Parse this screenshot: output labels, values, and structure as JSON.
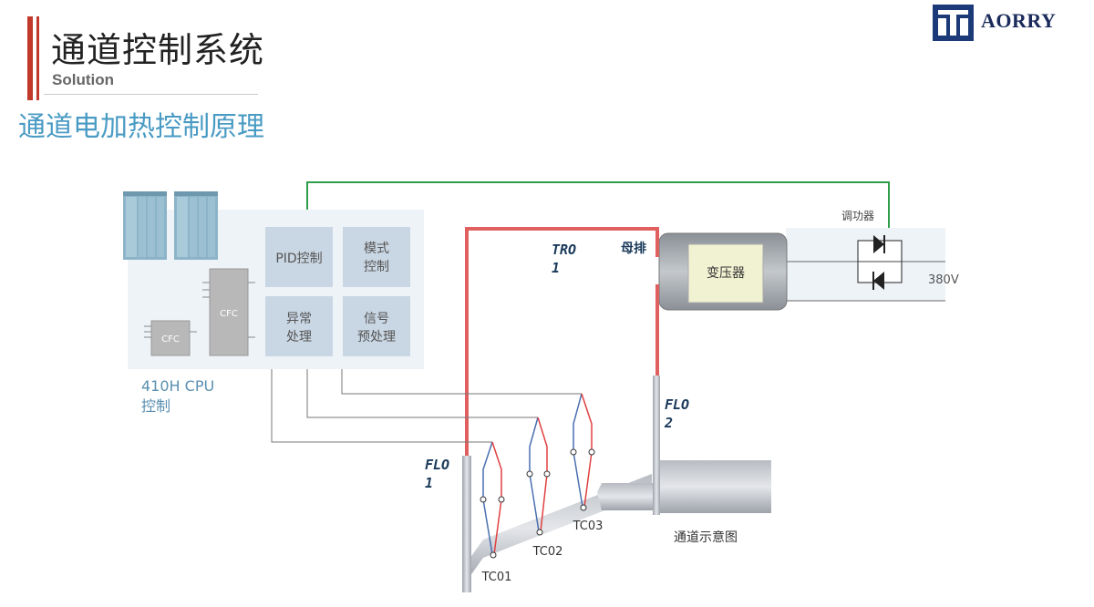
{
  "header": {
    "title": "通道控制系统",
    "subtitle": "Solution",
    "section": "通道电加热控制原理",
    "logo_text": "AORRY"
  },
  "diagram": {
    "cpu_label_1": "410H CPU",
    "cpu_label_2": "控制",
    "cfc_large": "CFC",
    "cfc_small": "CFC",
    "modules": [
      {
        "line1": "PID控制",
        "line2": ""
      },
      {
        "line1": "模式",
        "line2": "控制"
      },
      {
        "line1": "异常",
        "line2": "处理"
      },
      {
        "line1": "信号",
        "line2": "预处理"
      }
    ],
    "tro_1": "TRO",
    "tro_2": "1",
    "busbar": "母排",
    "transformer": "变压器",
    "power_regulator": "调功器",
    "voltage": "380V",
    "flo1_1": "FLO",
    "flo1_2": "1",
    "flo2_1": "FLO",
    "flo2_2": "2",
    "tc01": "TC01",
    "tc02": "TC02",
    "tc03": "TC03",
    "channel_label": "通道示意图",
    "colors": {
      "green_signal": "#2e9e4a",
      "red_current": "#e06060",
      "blue_panel": "#dfe9f3",
      "module_box": "#c9d6e3"
    }
  }
}
